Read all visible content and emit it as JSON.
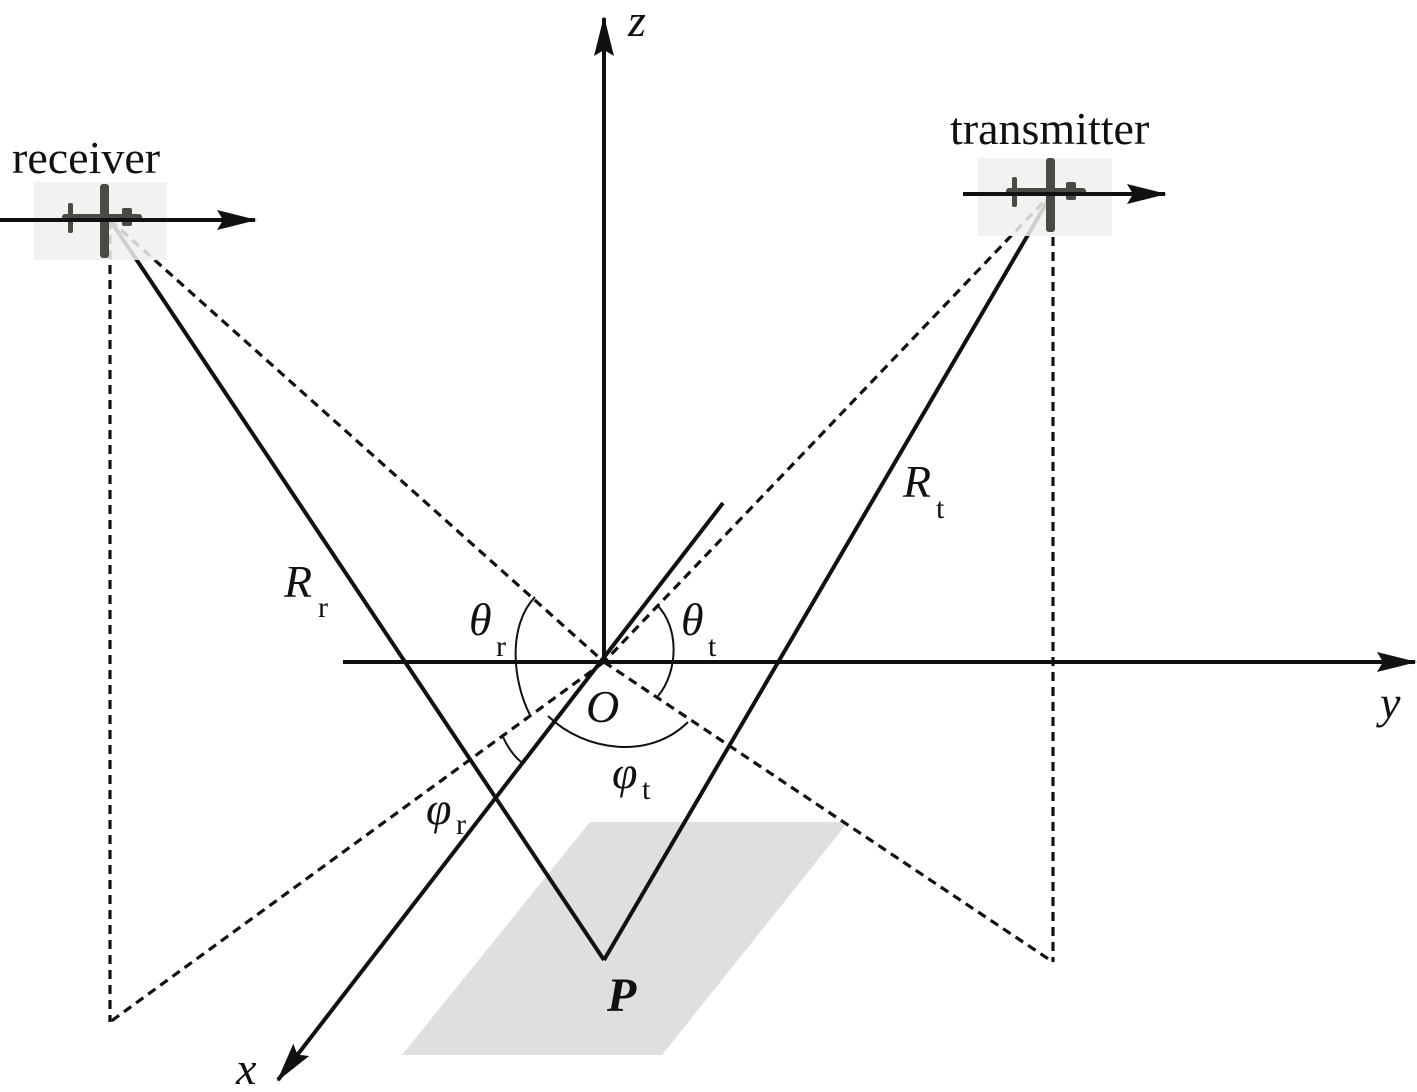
{
  "labels": {
    "receiver": "receiver",
    "transmitter": "transmitter",
    "axis_z": "z",
    "axis_y": "y",
    "axis_x": "x",
    "origin": "O",
    "point": "P",
    "range_receiver_symbol": "R",
    "range_receiver_sub": "r",
    "range_transmitter_symbol": "R",
    "range_transmitter_sub": "t",
    "theta_r_symbol": "θ",
    "theta_r_sub": "r",
    "theta_t_symbol": "θ",
    "theta_t_sub": "t",
    "phi_r_symbol": "φ",
    "phi_r_sub": "r",
    "phi_t_symbol": "φ",
    "phi_t_sub": "t"
  },
  "colors": {
    "line": "#111111",
    "ground_patch": "#dfdfdf",
    "aircraft_bg": "#f2f0ee",
    "aircraft": "#4a4a44"
  },
  "icons": {
    "receiver_aircraft": "aircraft-icon",
    "transmitter_aircraft": "aircraft-icon"
  }
}
